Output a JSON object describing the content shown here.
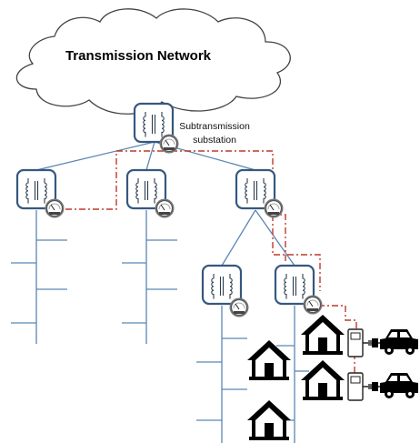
{
  "network": {
    "title": "Transmission Network"
  },
  "substation": {
    "label_line1": "Subtransmission",
    "label_line2": "substation"
  },
  "colors": {
    "feeder": "#5b86b3",
    "communication_link": "#c0392b",
    "transformer_border": "#35587f"
  },
  "icons": {
    "transformer": "transformer-icon",
    "meter": "meter-gauge-icon",
    "house": "house-icon",
    "charger": "ev-charger-icon",
    "car": "electric-car-icon"
  }
}
